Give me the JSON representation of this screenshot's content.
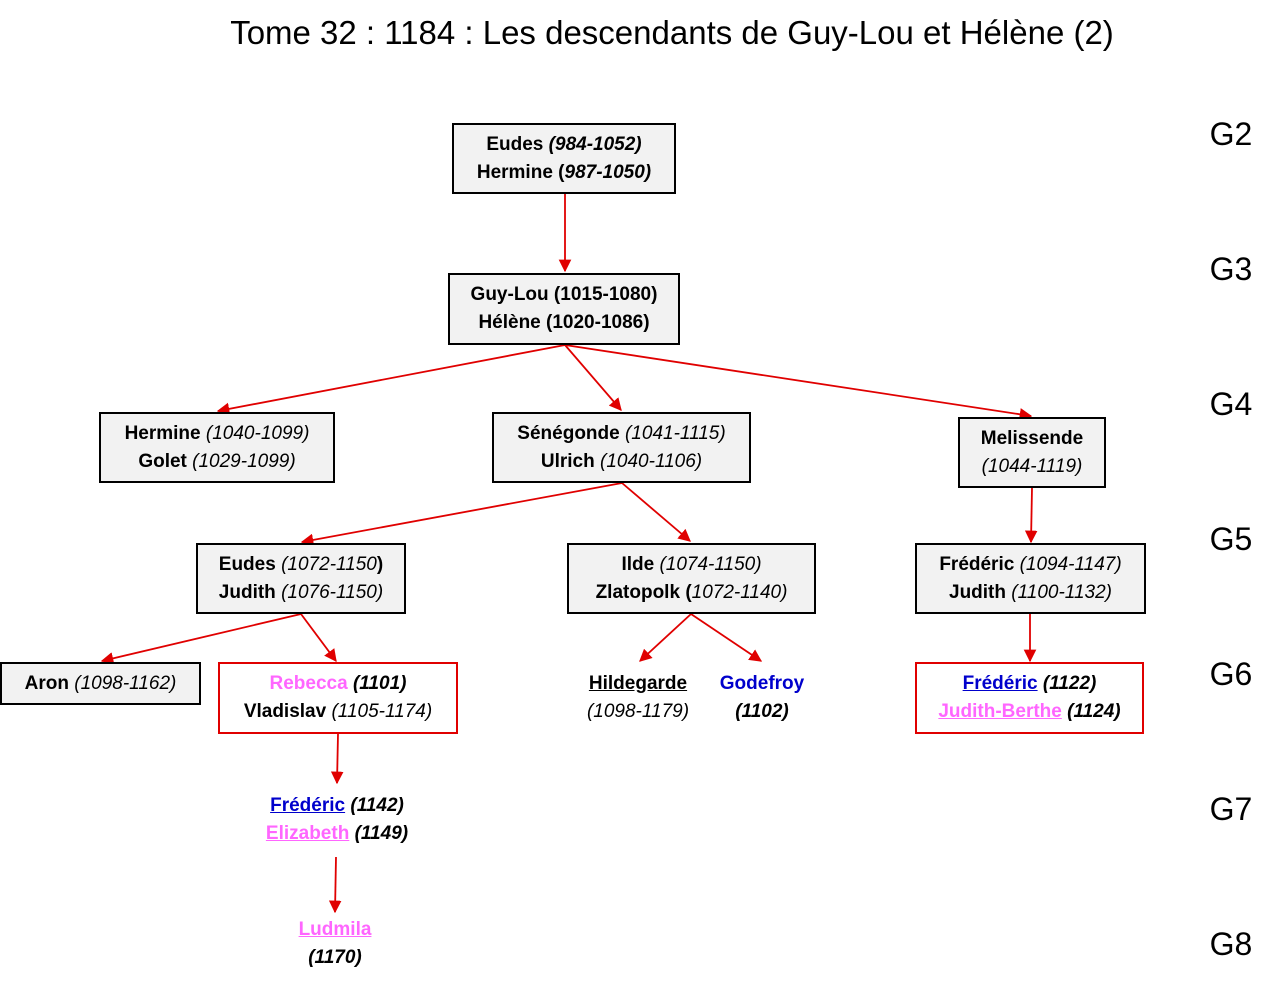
{
  "title": "Tome 32 : 1184 : Les descendants de Guy-Lou et Hélène (2)",
  "generations": [
    "G2",
    "G3",
    "G4",
    "G5",
    "G6",
    "G7",
    "G8"
  ],
  "colors": {
    "edge": "#e00000",
    "blue_name": "#0000cc",
    "pink_name": "#ff66ff",
    "box_fill": "#f2f2f2"
  },
  "nodes": {
    "eudes_hermine": {
      "l1_name": "Eudes",
      "l1_dates": "(984-1052)",
      "l2_name": "Hermine",
      "l2_open": "(",
      "l2_dates": "987-1050)"
    },
    "guylou_helene": {
      "l1": "Guy-Lou (1015-1080)",
      "l2": "Hélène (1020-1086)"
    },
    "hermine_golet": {
      "l1_name": "Hermine",
      "l1_dates": "(1040-1099)",
      "l2_name": "Golet",
      "l2_dates": "(1029-1099)"
    },
    "senegonde_ulrich": {
      "l1_name": "Sénégonde",
      "l1_dates": "(1041-1115)",
      "l2_name": "Ulrich",
      "l2_dates": "(1040-1106)"
    },
    "melissende": {
      "l1_name": "Melissende",
      "l2_dates": "(1044-1119)"
    },
    "eudes_judith": {
      "l1_name": "Eudes",
      "l1_dates": "(1072-1150",
      "l1_close": ")",
      "l2_name": "Judith",
      "l2_dates": "(1076-1150)"
    },
    "ilde_zlatopolk": {
      "l1_name": "Ilde",
      "l1_dates": "(1074-1150)",
      "l2_name": "Zlatopolk",
      "l2_open": "(",
      "l2_dates": "1072-1140)"
    },
    "frederic_judith": {
      "l1_name": "Frédéric",
      "l1_dates": "(1094-1147)",
      "l2_name": "Judith",
      "l2_dates": "(1100-1132)"
    },
    "aron": {
      "l1_name": "Aron",
      "l1_dates": "(1098-1162)"
    },
    "rebecca_vladislav": {
      "l1_name": "Rebecca",
      "l1_dates": "(1101)",
      "l2_name": "Vladislav",
      "l2_dates": "(1105-1174)"
    },
    "hildegarde": {
      "name": "Hildegarde",
      "dates": "(1098-1179)"
    },
    "godefroy": {
      "name": "Godefroy",
      "dates": "(1102)"
    },
    "frederic_judithberthe": {
      "l1_name": "Frédéric",
      "l1_dates": "(1122)",
      "l2_name": "Judith-Berthe",
      "l2_dates": "(1124)"
    },
    "frederic_elizabeth": {
      "l1_name": "Frédéric",
      "l1_dates": "(1142)",
      "l2_name": "Elizabeth",
      "l2_dates": "(1149)"
    },
    "ludmila": {
      "name": "Ludmila",
      "dates": "(1170)"
    }
  }
}
